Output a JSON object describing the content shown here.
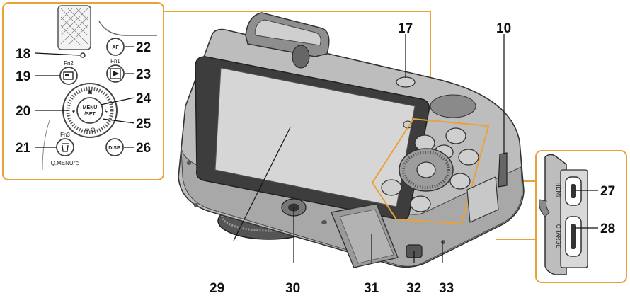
{
  "colors": {
    "callout_frame": "#e8a23a",
    "camera_body": "#b9b9b9",
    "camera_dark": "#6f6f6f",
    "screen": "#d6d6d6",
    "label": "#111111"
  },
  "inset_left": {
    "labels": {
      "n18": "18",
      "n19": "19",
      "n20": "20",
      "n21": "21",
      "n22": "22",
      "n23": "23",
      "n24": "24",
      "n25": "25",
      "n26": "26"
    },
    "button_text": {
      "fn2": "Fn2",
      "fn1": "Fn1",
      "fn3": "Fn3",
      "menu": "MENU",
      "set": "/SET",
      "disp": "DISP.",
      "qmenu": "Q.MENU/⮌"
    },
    "icons": [
      "af-ae-lock-icon",
      "playback-icon",
      "live-view-icon",
      "delete-icon",
      "display-icon"
    ]
  },
  "camera": {
    "labels": {
      "n10": "10",
      "n17": "17",
      "n29": "29",
      "n30": "30",
      "n31": "31",
      "n32": "32",
      "n33": "33"
    }
  },
  "inset_right": {
    "labels": {
      "n27": "27",
      "n28": "28"
    },
    "port_text": {
      "hdmi": "HDMI",
      "charge": "CHARGE"
    }
  }
}
